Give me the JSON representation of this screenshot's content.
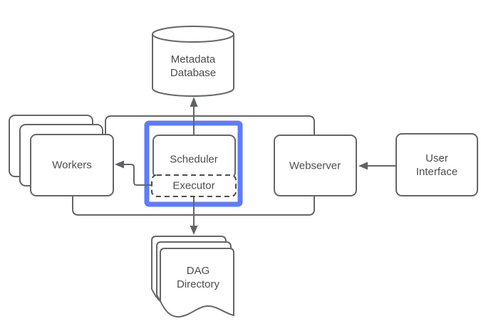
{
  "colors": {
    "selection_blue": "#5c7cfa",
    "line_gray": "#666666",
    "text_gray": "#4d4d4d",
    "shape_fill": "#ffffff"
  },
  "diagram": {
    "nodes": {
      "metadata_database": {
        "label": "Metadata\nDatabase",
        "shape": "cylinder"
      },
      "workers": {
        "label": "Workers",
        "shape": "stacked-rounded-rectangles"
      },
      "scheduler": {
        "label": "Scheduler",
        "shape": "rounded-rectangle",
        "selected": true
      },
      "executor": {
        "label": "Executor",
        "shape": "dashed-rounded-rectangle"
      },
      "webserver": {
        "label": "Webserver",
        "shape": "rounded-rectangle"
      },
      "user_interface": {
        "label": "User\nInterface",
        "shape": "rounded-rectangle"
      },
      "dag_directory": {
        "label": "DAG\nDirectory",
        "shape": "stacked-documents"
      }
    },
    "edges": [
      {
        "from": "scheduler",
        "to": "metadata_database",
        "style": "arrow-up"
      },
      {
        "from": "workers",
        "to": "metadata_database",
        "style": "joins-shared-line"
      },
      {
        "from": "webserver",
        "to": "metadata_database",
        "style": "joins-shared-line"
      },
      {
        "from": "executor",
        "to": "workers",
        "style": "arrow-left"
      },
      {
        "from": "user_interface",
        "to": "webserver",
        "style": "arrow-left"
      },
      {
        "from": "scheduler",
        "to": "dag_directory",
        "style": "arrow-down"
      },
      {
        "from": "workers",
        "to": "dag_directory",
        "style": "joins-shared-line"
      },
      {
        "from": "webserver",
        "to": "dag_directory",
        "style": "joins-shared-line"
      }
    ]
  }
}
